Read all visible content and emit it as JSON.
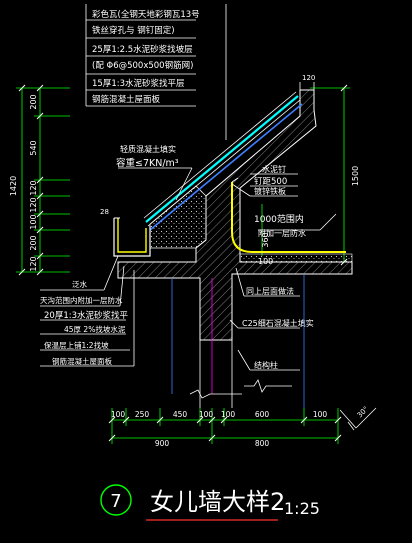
{
  "colors": {
    "background": "#000000",
    "white": "#ffffff",
    "green": "#00ff00",
    "yellow": "#ffff00",
    "cyan": "#00ffff",
    "blue": "#3f7fff",
    "magenta": "#ff00ff",
    "grey": "#b0b0b0",
    "red": "#ff3030"
  },
  "callouts": {
    "roof_layers": [
      "彩色瓦(全钢天地彩钢瓦13号",
      "铁丝穿孔与   钢钉固定)",
      "25厚1:2.5水泥砂浆找坡层",
      "(配 Φ6@500x500钢筋网)",
      "15厚1:3水泥砂浆找平层",
      "钢筋混凝土屋面板"
    ],
    "fill_concrete": [
      "轻质混凝土填实",
      "容重≤7KN/m³"
    ],
    "drip_line": "水泥钉",
    "drip_spacing": "钉距500",
    "flashing": "镀锌铁板",
    "extra_layer": [
      "1000范围内",
      "附加一层防水"
    ],
    "left_labels": [
      "泛水",
      "天沟范围内附加一层防水",
      "20厚1:3水泥砂浆找平",
      "45厚 2%找坡水泥",
      "保温层上铺1:2找坡",
      "钢筋混凝土屋面板"
    ],
    "roof_bottom": "同上层面做法",
    "wall_concrete": "C25细石混凝土填实",
    "column": "结构柱"
  },
  "dims_left": {
    "total": "1420",
    "segments": [
      "200",
      "540",
      "120",
      "120",
      "100",
      "200",
      "120"
    ]
  },
  "dims_right": {
    "total": "1500",
    "inner": "360",
    "small": "100"
  },
  "dims_top_small": "120",
  "dims_bottom": [
    "100",
    "250",
    "450",
    "100",
    "100",
    "600",
    "100"
  ],
  "dims_bottom_totals": [
    "900",
    "800"
  ],
  "angle_label": "30°",
  "title": {
    "number": "7",
    "name": "女儿墙大样2",
    "scale": "1:25"
  }
}
